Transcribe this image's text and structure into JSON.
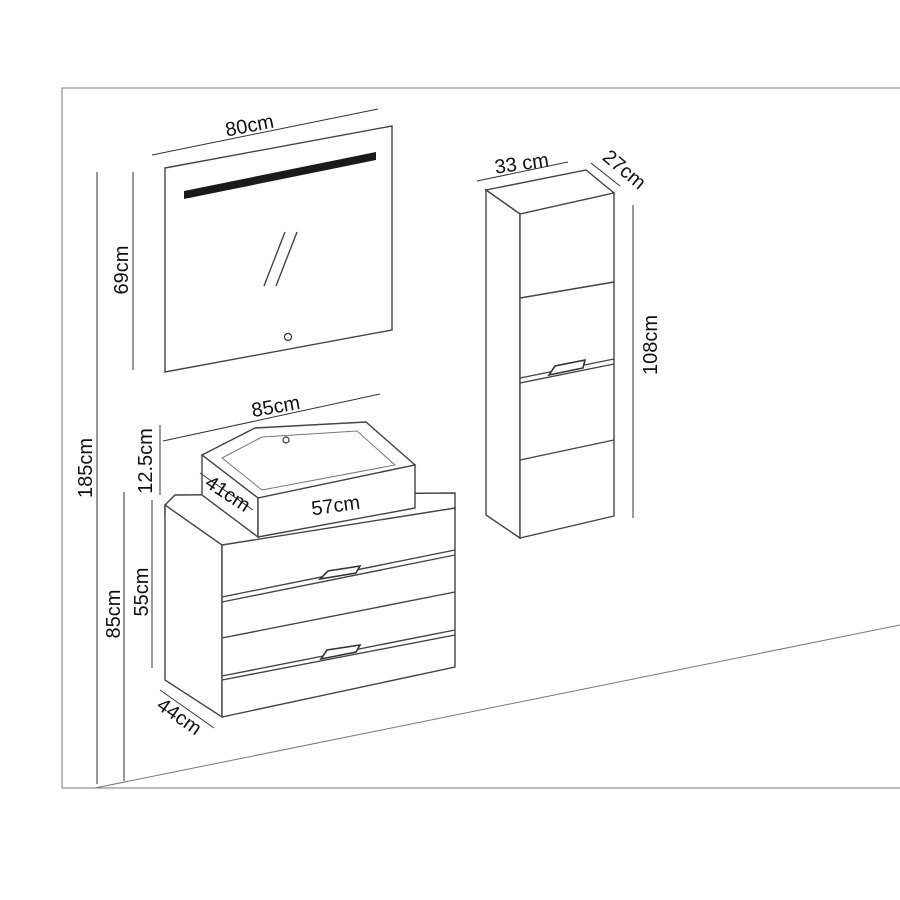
{
  "dimensions": {
    "mirror_width": "80cm",
    "mirror_height": "69cm",
    "cabinet_width": "33 cm",
    "cabinet_depth": "27cm",
    "cabinet_height": "108cm",
    "vanity_width": "85cm",
    "basin_height": "12.5cm",
    "basin_depth": "41cm",
    "basin_width": "57cm",
    "total_height": "185cm",
    "vanity_floor_height": "85cm",
    "vanity_body_height": "55cm",
    "vanity_depth": "44cm"
  }
}
